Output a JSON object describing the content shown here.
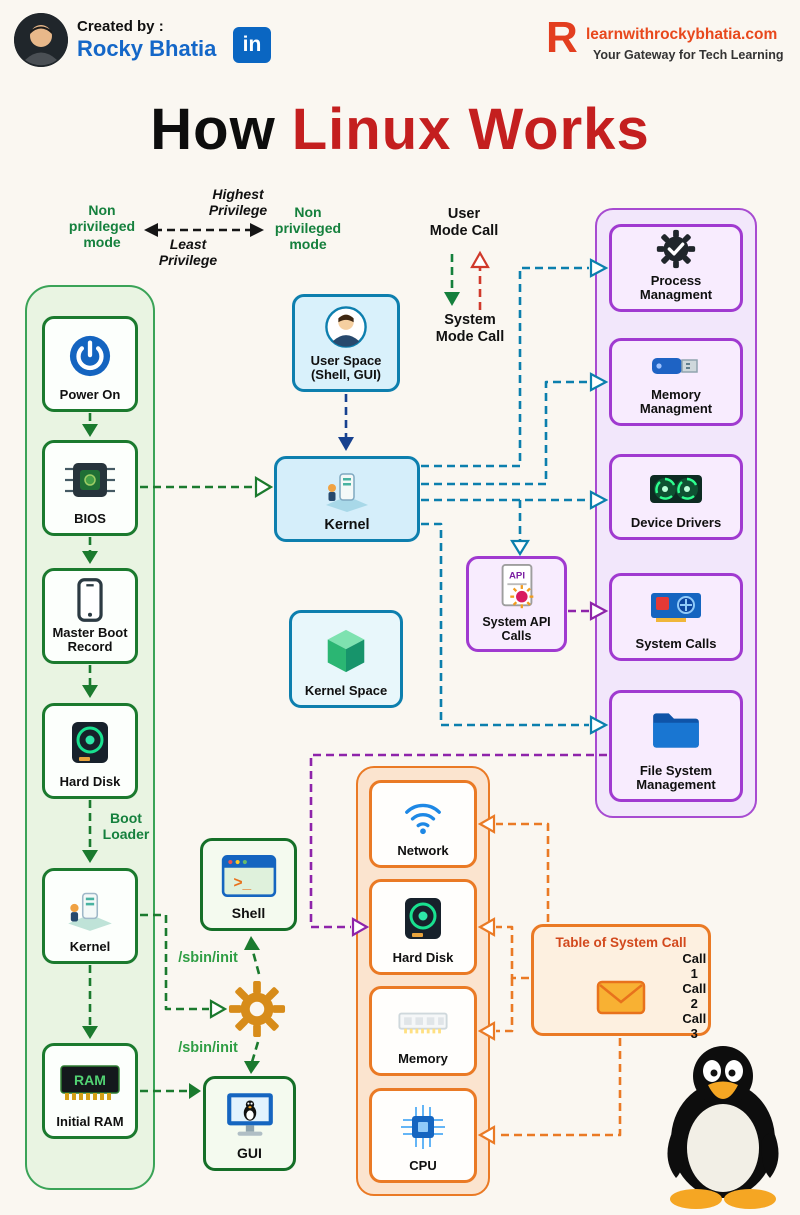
{
  "header": {
    "created_by": "Created by :",
    "author": "Rocky Bhatia",
    "linkedin": "in",
    "logo": "R",
    "brand": "learnwithrockybhatia.com",
    "tagline": "Your Gateway for Tech Learning"
  },
  "title": {
    "prefix": "How",
    "highlight": "Linux Works"
  },
  "privilege": {
    "non_privileged_left": "Non\nprivileged\nmode",
    "highest": "Highest\nPrivilege",
    "least": "Least\nPrivilege",
    "non_privileged_right": "Non\nprivileged\nmode"
  },
  "mode_calls": {
    "user": "User\nMode Call",
    "system": "System\nMode Call"
  },
  "boot": {
    "items": [
      {
        "label": "Power On"
      },
      {
        "label": "BIOS"
      },
      {
        "label": "Master Boot\nRecord"
      },
      {
        "label": "Hard Disk"
      },
      {
        "label": "Kernel"
      },
      {
        "label": "Initial RAM"
      }
    ],
    "boot_loader": "Boot\nLoader"
  },
  "middle": {
    "user_space": "User Space\n(Shell, GUI)",
    "kernel": "Kernel",
    "kernel_space": "Kernel Space",
    "system_api_calls": "System  API\nCalls"
  },
  "management": {
    "items": [
      {
        "label": "Process\nManagment"
      },
      {
        "label": "Memory\nManagment"
      },
      {
        "label": "Device Drivers"
      },
      {
        "label": "System Calls"
      },
      {
        "label": "File System\nManagement"
      }
    ]
  },
  "init": {
    "shell": "Shell",
    "gui": "GUI",
    "sbin_init_top": "/sbin/init",
    "sbin_init_bottom": "/sbin/init"
  },
  "hardware": {
    "items": [
      {
        "label": "Network"
      },
      {
        "label": "Hard Disk"
      },
      {
        "label": "Memory"
      },
      {
        "label": "CPU"
      }
    ]
  },
  "syscall_table": {
    "title": "Table of System Call",
    "calls": [
      "Call 1",
      "Call 2",
      "Call 3"
    ]
  },
  "icons": {
    "ram_text": "RAM",
    "api_text": "API",
    "shell_prompt": ">_"
  },
  "colors": {
    "green": "#1b7a2e",
    "teal": "#0b7fad",
    "navy": "#17418f",
    "purple": "#8e24aa",
    "orange": "#ea7a25",
    "red": "#d0392b",
    "title_red": "#c41f1f"
  }
}
